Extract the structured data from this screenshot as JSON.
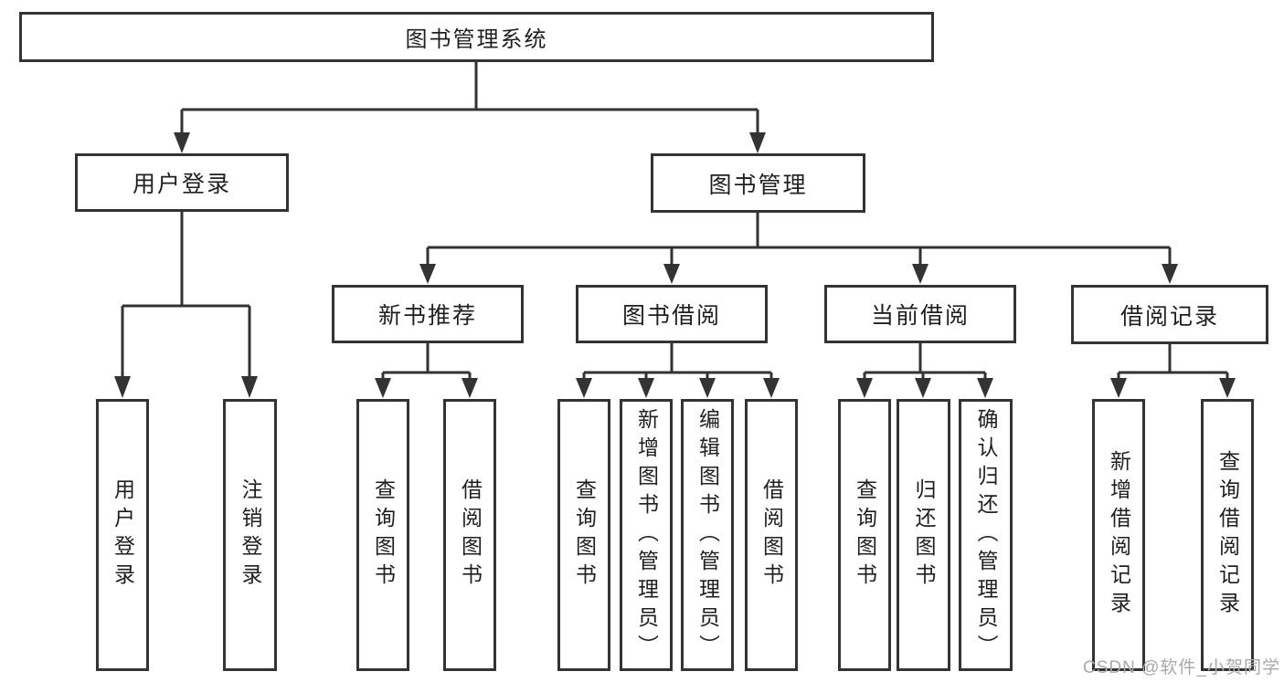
{
  "diagram": {
    "title": "图书管理系统",
    "level2": [
      "用户登录",
      "图书管理"
    ],
    "level3": [
      "新书推荐",
      "图书借阅",
      "当前借阅",
      "借阅记录"
    ],
    "leaves": {
      "user_login": [
        "用户登录",
        "注销登录"
      ],
      "new_books": [
        "查询图书",
        "借阅图书"
      ],
      "book_borrow": [
        "查询图书",
        "新增图书（管理员）",
        "编辑图书（管理员）",
        "借阅图书"
      ],
      "current_borrow": [
        "查询图书",
        "归还图书",
        "确认归还（管理员）"
      ],
      "borrow_records": [
        "新增借阅记录",
        "查询借阅记录"
      ]
    }
  },
  "watermark": {
    "text": "CSDN @软件_小贺同学"
  },
  "colors": {
    "line": "#333333",
    "box_border": "#333333",
    "text": "#1f1f1f",
    "watermark": "#a8a8a8",
    "background": "#ffffff"
  }
}
